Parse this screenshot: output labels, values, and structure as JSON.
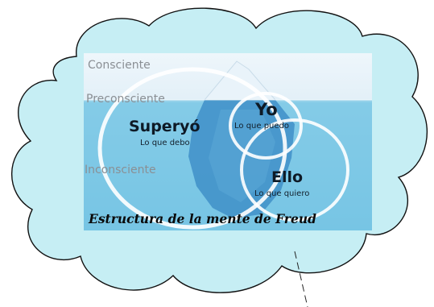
{
  "diagram": {
    "levels": {
      "conscious": "Consciente",
      "preconscious": "Preconsciente",
      "unconscious": "Inconsciente"
    },
    "superego": {
      "title": "Superyó",
      "subtitle": "Lo que debo"
    },
    "ego": {
      "title": "Yo",
      "subtitle": "Lo que puedo"
    },
    "id": {
      "title": "Ello",
      "subtitle": "Lo que quiero"
    },
    "caption": "Estructura de la mente de Freud"
  },
  "colors": {
    "cloud_fill": "#c6eef4",
    "cloud_stroke": "#111111",
    "sky": "#eef6fb",
    "water": "#7ec8e6",
    "iceberg": "#3f8fc8",
    "circle_stroke": "#ffffff"
  }
}
